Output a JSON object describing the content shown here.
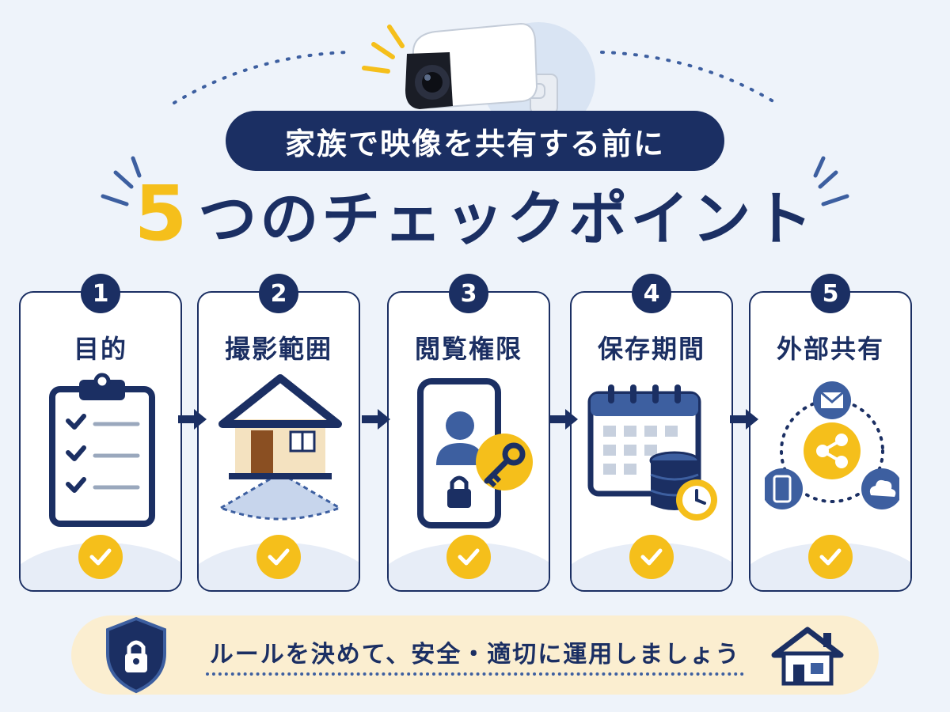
{
  "header": {
    "subtitle": "家族で映像を共有する前に",
    "title_number": "5",
    "title_text": "つのチェックポイント"
  },
  "steps": [
    {
      "number": "1",
      "label": "目的"
    },
    {
      "number": "2",
      "label": "撮影範囲"
    },
    {
      "number": "3",
      "label": "閲覧権限"
    },
    {
      "number": "4",
      "label": "保存期間"
    },
    {
      "number": "5",
      "label": "外部共有"
    }
  ],
  "footer": {
    "message": "ルールを決めて、安全・適切に運用しましょう"
  },
  "colors": {
    "navy": "#1b2f63",
    "yellow": "#f5bf1b",
    "light_blue": "#6f93c8",
    "background": "#eef3fa",
    "footer_bg": "#fbeed0"
  },
  "icons": [
    "security-camera-icon",
    "clipboard-checklist-icon",
    "house-camera-range-icon",
    "smartphone-lock-key-icon",
    "calendar-database-clock-icon",
    "share-network-icon",
    "shield-lock-icon",
    "house-icon",
    "check-icon",
    "arrow-right-icon"
  ]
}
